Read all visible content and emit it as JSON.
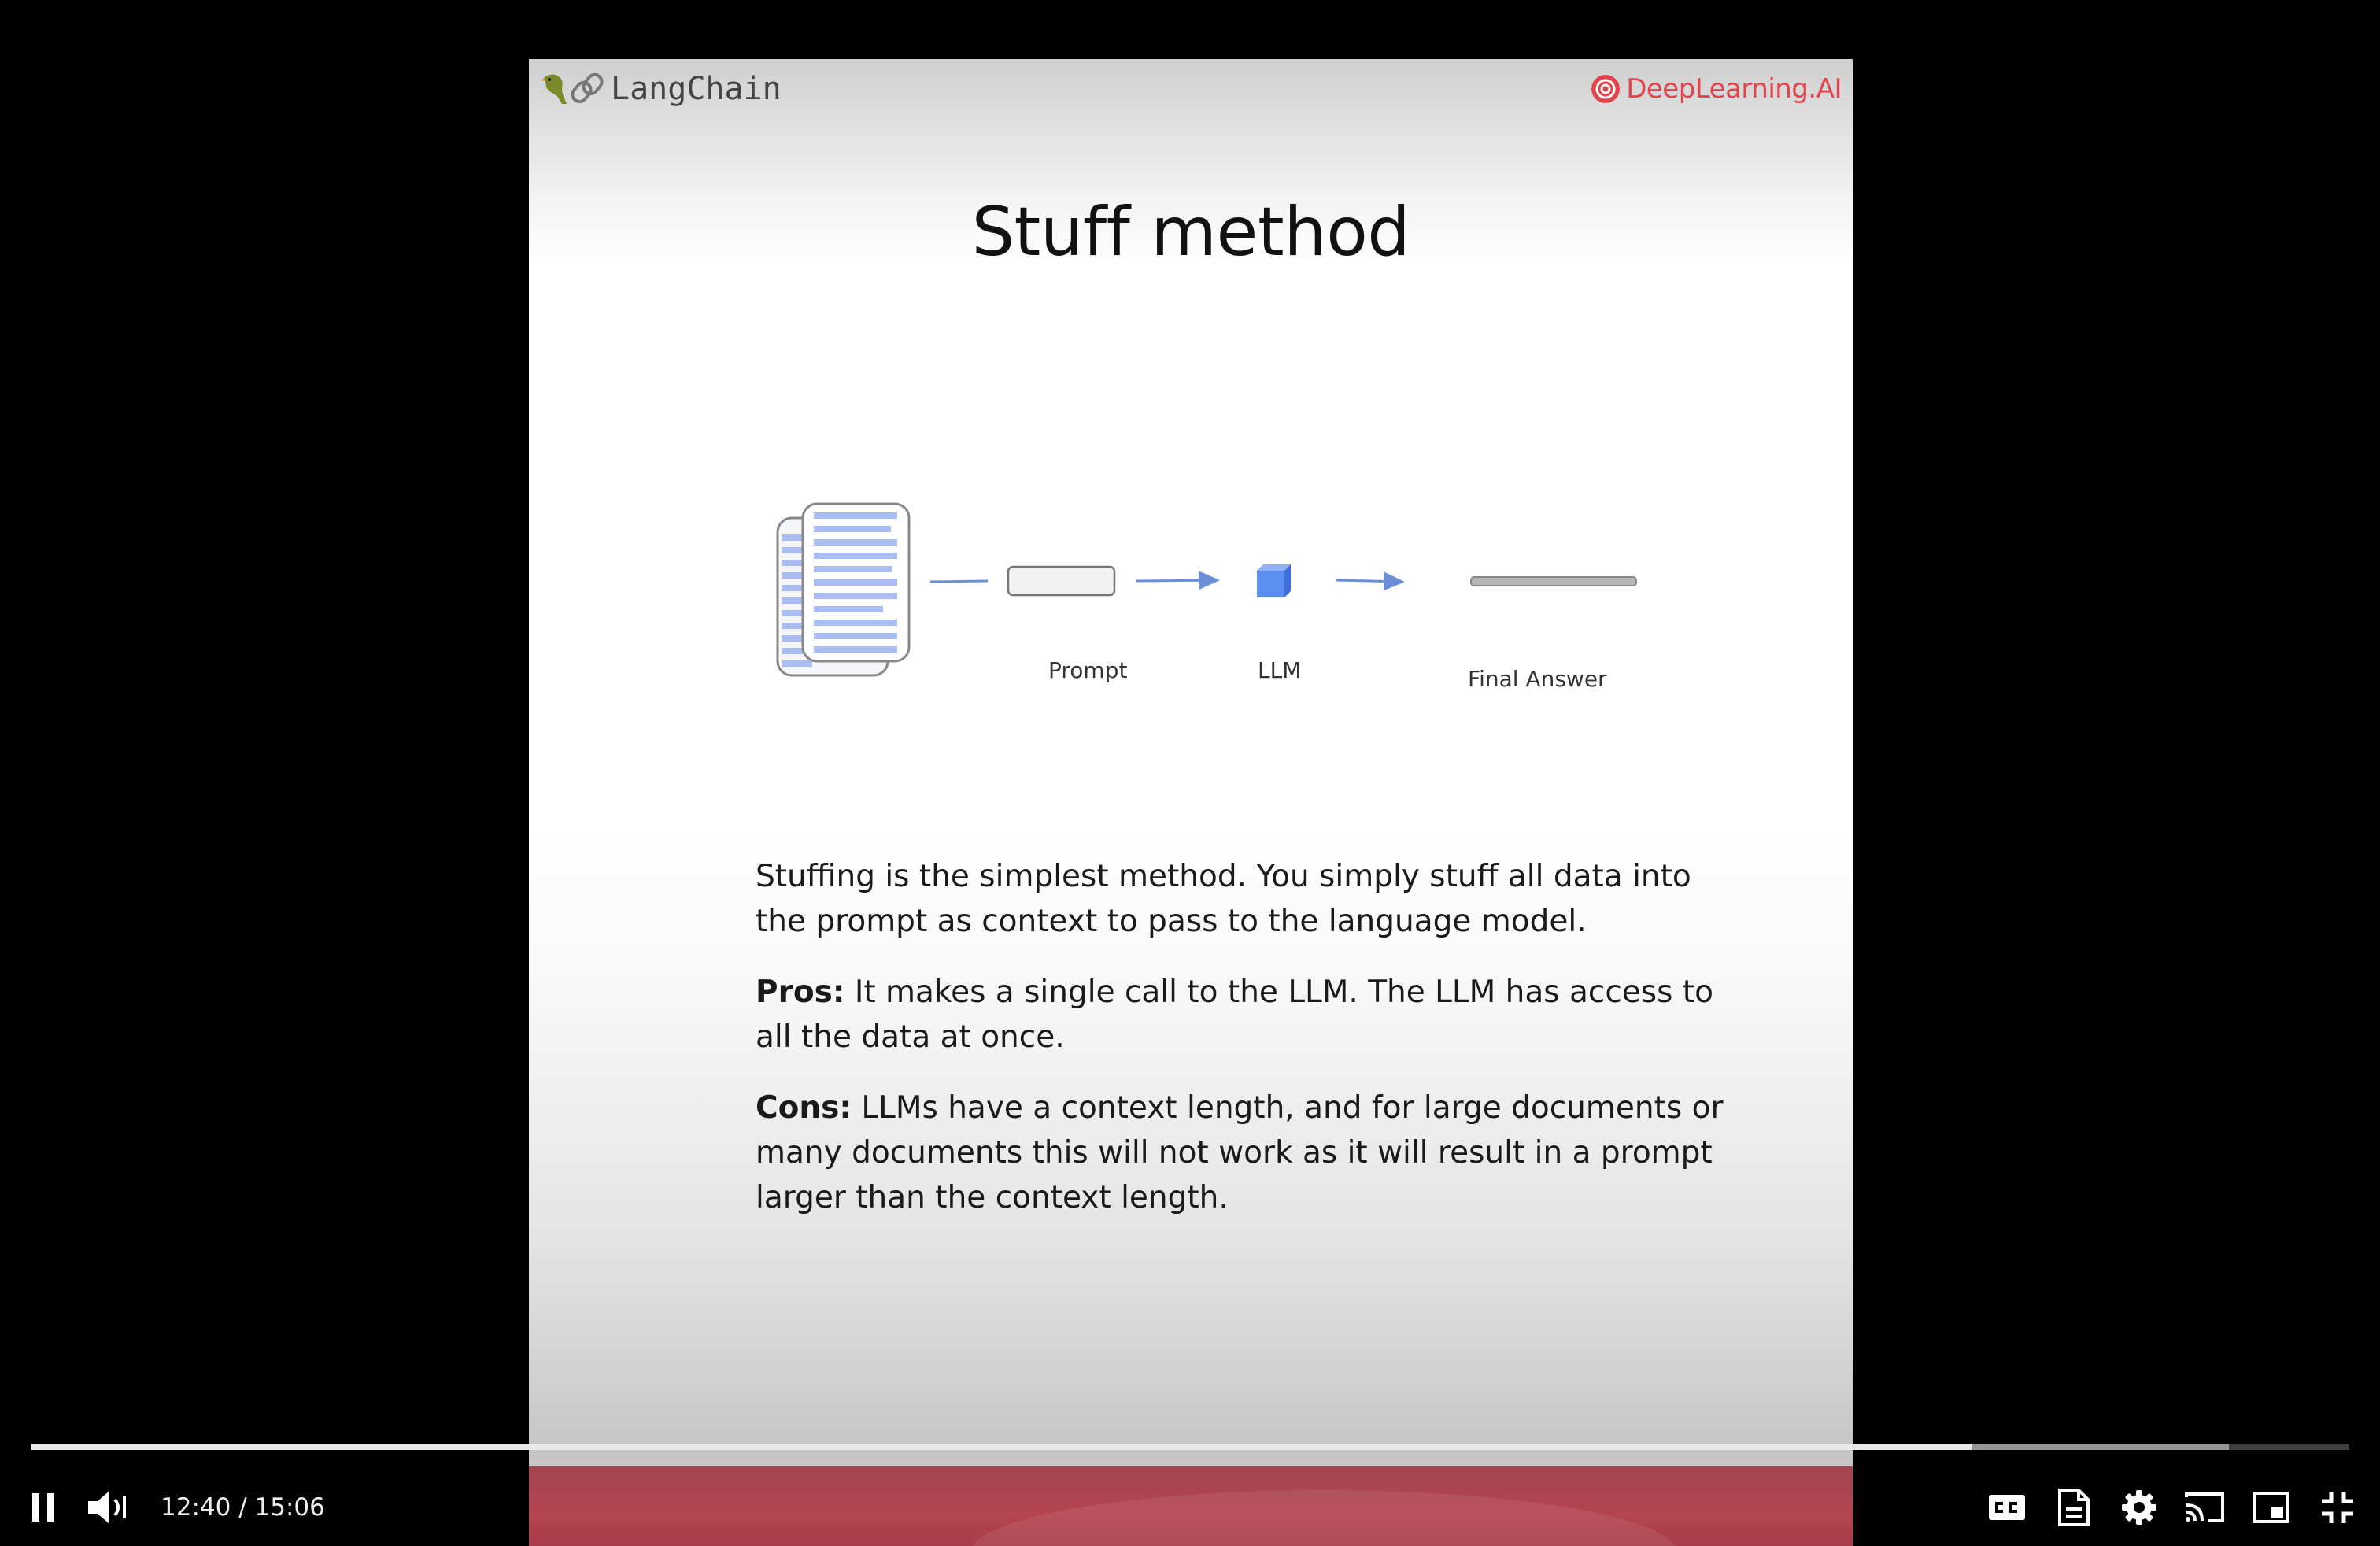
{
  "slide": {
    "brand_left": "LangChain",
    "brand_right": "DeepLearning.AI",
    "title": "Stuff method",
    "diagram": {
      "prompt_label": "Prompt",
      "llm_label": "LLM",
      "final_label": "Final Answer"
    },
    "paragraph_1": "Stuffing is the simplest method. You simply stuff all data into the prompt as context to pass to the language model.",
    "pros_label": "Pros:",
    "pros_text": " It makes a single call to the LLM. The LLM has access to all the data at once.",
    "cons_label": "Cons:",
    "cons_text": " LLMs have a context length, and for large documents or many documents this will not work as it will result in a prompt larger than the context length."
  },
  "player": {
    "current_time": "12:40",
    "separator": " / ",
    "duration": "15:06",
    "progress_fraction": 0.837,
    "buffered_fraction": 0.948,
    "icons": [
      "pause-icon",
      "volume-icon",
      "captions-icon",
      "transcript-icon",
      "settings-icon",
      "cast-icon",
      "miniplayer-icon",
      "exit-fullscreen-icon"
    ]
  },
  "colors": {
    "accent_brand": "#e0454e",
    "doc_lines": "#a9bdf2",
    "llm_cube": "#5b8ef0",
    "arrow": "#6a8fd8"
  }
}
